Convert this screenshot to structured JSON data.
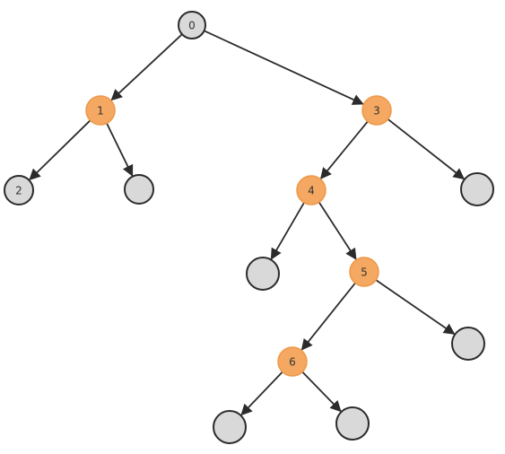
{
  "colors": {
    "highlight_fill": "#f4a862",
    "highlight_stroke": "#ee9848",
    "default_fill": "#d9d9d9",
    "default_stroke": "#2b2b2b",
    "edge": "#2b2b2b"
  },
  "nodes": [
    {
      "id": "n0",
      "label": "0",
      "state": "default"
    },
    {
      "id": "n1",
      "label": "1",
      "state": "highlighted"
    },
    {
      "id": "n3",
      "label": "3",
      "state": "highlighted"
    },
    {
      "id": "n2",
      "label": "2",
      "state": "default"
    },
    {
      "id": "n1r",
      "label": "",
      "state": "default"
    },
    {
      "id": "n4",
      "label": "4",
      "state": "highlighted"
    },
    {
      "id": "n3r",
      "label": "",
      "state": "default"
    },
    {
      "id": "n4l",
      "label": "",
      "state": "default"
    },
    {
      "id": "n5",
      "label": "5",
      "state": "highlighted"
    },
    {
      "id": "n6",
      "label": "6",
      "state": "highlighted"
    },
    {
      "id": "n5r",
      "label": "",
      "state": "default"
    },
    {
      "id": "n6l",
      "label": "",
      "state": "default"
    },
    {
      "id": "n6r",
      "label": "",
      "state": "default"
    }
  ],
  "edges": [
    {
      "from": "n0",
      "to": "n1"
    },
    {
      "from": "n0",
      "to": "n3"
    },
    {
      "from": "n1",
      "to": "n2"
    },
    {
      "from": "n1",
      "to": "n1r"
    },
    {
      "from": "n3",
      "to": "n4"
    },
    {
      "from": "n3",
      "to": "n3r"
    },
    {
      "from": "n4",
      "to": "n4l"
    },
    {
      "from": "n4",
      "to": "n5"
    },
    {
      "from": "n5",
      "to": "n6"
    },
    {
      "from": "n5",
      "to": "n5r"
    },
    {
      "from": "n6",
      "to": "n6l"
    },
    {
      "from": "n6",
      "to": "n6r"
    }
  ]
}
